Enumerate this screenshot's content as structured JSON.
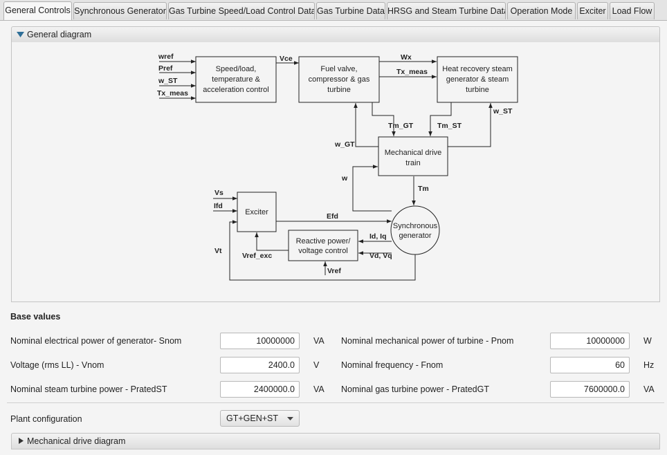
{
  "tabs": [
    {
      "label": "General Controls",
      "active": true
    },
    {
      "label": "Synchronous Generator",
      "active": false
    },
    {
      "label": "Gas Turbine Speed/Load Control Data",
      "active": false
    },
    {
      "label": "Gas Turbine Data",
      "active": false
    },
    {
      "label": "HRSG and Steam Turbine Data",
      "active": false
    },
    {
      "label": "Operation Mode",
      "active": false
    },
    {
      "label": "Exciter",
      "active": false
    },
    {
      "label": "Load Flow",
      "active": false
    }
  ],
  "general_diagram": {
    "title": "General diagram",
    "blocks": {
      "speed": [
        "Speed/load,",
        "temperature &",
        "acceleration control"
      ],
      "fuel": [
        "Fuel valve,",
        "compressor & gas",
        "turbine"
      ],
      "hrsg": [
        "Heat recovery steam",
        "generator & steam",
        "turbine"
      ],
      "mech": [
        "Mechanical drive",
        "train"
      ],
      "exciter": [
        "Exciter"
      ],
      "reactive": [
        "Reactive power/",
        "voltage control"
      ],
      "sync": [
        "Synchronous",
        "generator"
      ]
    },
    "signals": {
      "wref": "wref",
      "pref": "Pref",
      "w_st_in": "w_ST",
      "tx_in": "Tx_meas",
      "vce": "Vce",
      "wx": "Wx",
      "tx_out": "Tx_meas",
      "tm_gt": "Tm_GT",
      "tm_st": "Tm_ST",
      "w_st_out": "w_ST",
      "w_gt": "w_GT",
      "w": "w",
      "tm": "Tm",
      "vs": "Vs",
      "ifd": "Ifd",
      "efd": "Efd",
      "id_iq": "Id, Iq",
      "vd_vq": "Vd, Vq",
      "vt": "Vt",
      "vref_exc": "Vref_exc",
      "vref": "Vref"
    }
  },
  "base_values": {
    "title": "Base values",
    "snom": {
      "label": "Nominal electrical power of generator- Snom",
      "value": "10000000",
      "unit": "VA"
    },
    "pnom": {
      "label": "Nominal mechanical power of turbine - Pnom",
      "value": "10000000",
      "unit": "W"
    },
    "vnom": {
      "label": "Voltage (rms LL) - Vnom",
      "value": "2400.0",
      "unit": "V"
    },
    "fnom": {
      "label": "Nominal frequency - Fnom",
      "value": "60",
      "unit": "Hz"
    },
    "prated_st": {
      "label": "Nominal steam turbine power - PratedST",
      "value": "2400000.0",
      "unit": "VA"
    },
    "prated_gt": {
      "label": "Nominal gas turbine power - PratedGT",
      "value": "7600000.0",
      "unit": "VA"
    }
  },
  "plant": {
    "label": "Plant configuration",
    "value": "GT+GEN+ST"
  },
  "mech_diagram": {
    "title": "Mechanical drive diagram"
  },
  "colors": {
    "accent": "#3a7fa8",
    "line": "#222222"
  }
}
